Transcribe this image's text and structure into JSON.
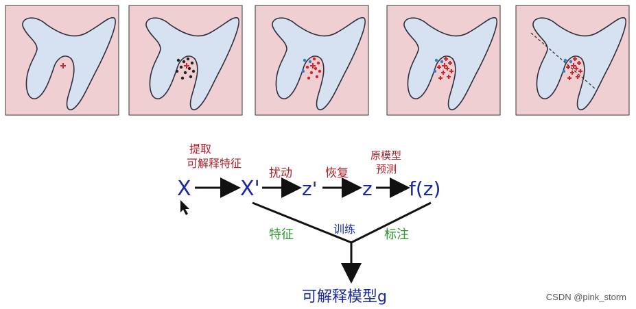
{
  "panels": [
    {
      "id": "p1",
      "points": "red-single"
    },
    {
      "id": "p2",
      "points": "black-perturbed"
    },
    {
      "id": "p3",
      "points": "red-blue-labeled"
    },
    {
      "id": "p4",
      "points": "red-blue-labeled-dense"
    },
    {
      "id": "p5",
      "points": "red-blue-with-boundary"
    }
  ],
  "colors": {
    "panel_bg": "#efcfd2",
    "blob_fill": "#d6e2f1",
    "blob_stroke": "#2d2d3a",
    "red_point": "#d8232a",
    "blue_point": "#2f7fc1",
    "black_point": "#222222",
    "ink_blue": "#1a2a9c",
    "ink_red": "#b0202a",
    "ink_green": "#2e9a2e",
    "arrow": "#111111"
  },
  "annotations": {
    "extract_line1": "提取",
    "extract_line2": "可解释特征",
    "perturb": "扰动",
    "restore": "恢复",
    "orig_model_line1": "原模型",
    "orig_model_line2": "预测",
    "feature": "特征",
    "train": "训练",
    "label": "标注",
    "result": "可解释模型g"
  },
  "symbols": {
    "x": "X",
    "x_prime": "X'",
    "z_prime": "z'",
    "z": "z",
    "fz": "f(z)"
  },
  "watermark": "CSDN @pink_storm"
}
